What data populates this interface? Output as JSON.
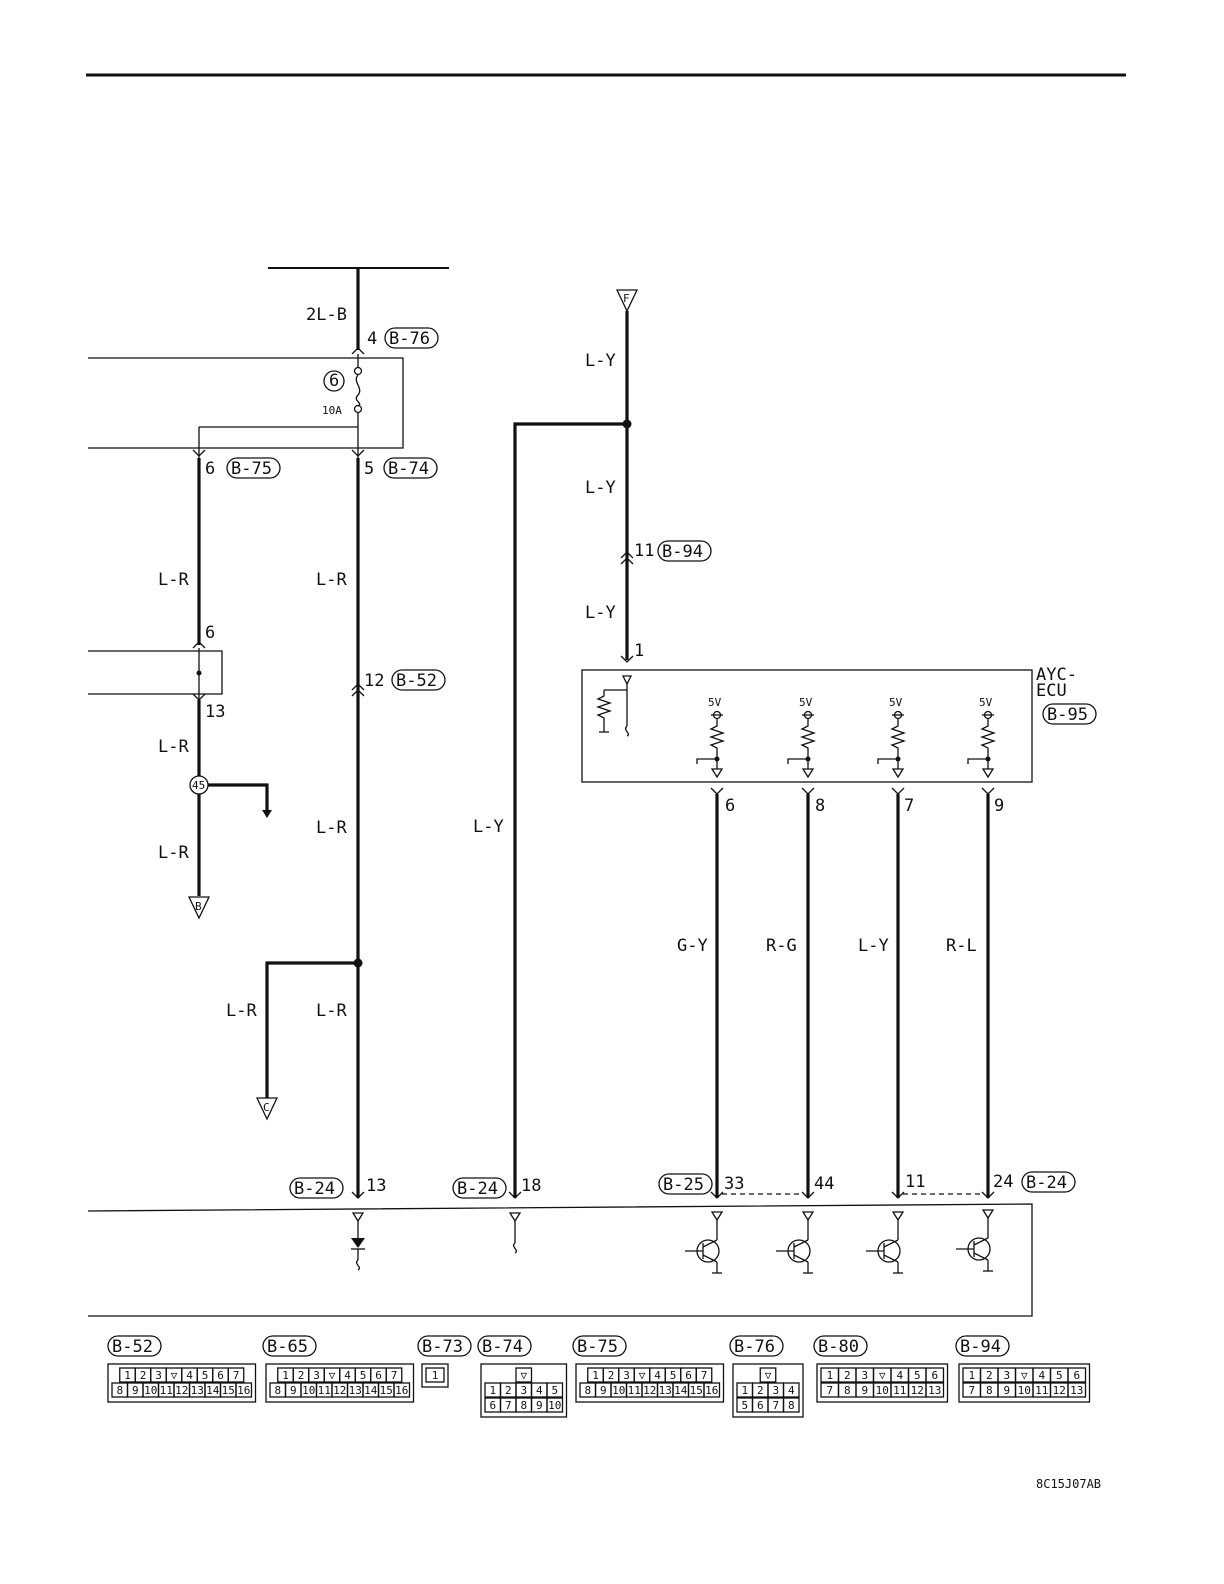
{
  "figure_code": "8C15J07AB",
  "wire_colors": {
    "w_2lb": "2L-B",
    "w_lr_left_1": "L-R",
    "w_lr_left_2": "L-R",
    "w_lr_left_3": "L-R",
    "w_lr_center_1": "L-R",
    "w_lr_center_2": "L-R",
    "w_lr_center_3": "L-R",
    "w_lr_branch": "L-R",
    "w_ly_top": "L-Y",
    "w_ly_mid": "L-Y",
    "w_ly_low": "L-Y",
    "w_ly_long": "L-Y",
    "w_gy": "G-Y",
    "w_rg": "R-G",
    "w_ly_ecu": "L-Y",
    "w_rl": "R-L"
  },
  "fuse": {
    "number": "6",
    "rating": "10A"
  },
  "splice": "45",
  "terminals": {
    "t_b": "B",
    "t_c": "C",
    "t_f": "F"
  },
  "ecu": {
    "name_line1": "AYC-",
    "name_line2": "ECU",
    "connector": "B-95",
    "vref": "5V"
  },
  "pins": {
    "p4": "4",
    "p6a": "6",
    "p5": "5",
    "p6b": "6",
    "p13a": "13",
    "p12": "12",
    "p11": "11",
    "p1": "1",
    "e6": "6",
    "e8": "8",
    "e7": "7",
    "e9": "9",
    "b13": "13",
    "b18": "18",
    "b33": "33",
    "b44": "44",
    "b11": "11",
    "b24": "24"
  },
  "connector_tags": {
    "c_b76": "B-76",
    "c_b75": "B-75",
    "c_b74": "B-74",
    "c_b52": "B-52",
    "c_b94": "B-94",
    "c_b24a": "B-24",
    "c_b24b": "B-24",
    "c_b25": "B-25",
    "c_b24c": "B-24"
  },
  "connector_diagrams": [
    {
      "id": "B-52",
      "row1": [
        "1",
        "2",
        "3",
        "▽",
        "4",
        "5",
        "6",
        "7"
      ],
      "row2": [
        "8",
        "9",
        "10",
        "11",
        "12",
        "13",
        "14",
        "15",
        "16"
      ]
    },
    {
      "id": "B-65",
      "row1": [
        "1",
        "2",
        "3",
        "▽",
        "4",
        "5",
        "6",
        "7"
      ],
      "row2": [
        "8",
        "9",
        "10",
        "11",
        "12",
        "13",
        "14",
        "15",
        "16"
      ]
    },
    {
      "id": "B-73",
      "row1": [
        "1"
      ],
      "row2": []
    },
    {
      "id": "B-74",
      "row1": [
        "▽"
      ],
      "row2": [
        "1",
        "2",
        "3",
        "4",
        "5"
      ],
      "row3": [
        "6",
        "7",
        "8",
        "9",
        "10"
      ]
    },
    {
      "id": "B-75",
      "row1": [
        "1",
        "2",
        "3",
        "▽",
        "4",
        "5",
        "6",
        "7"
      ],
      "row2": [
        "8",
        "9",
        "10",
        "11",
        "12",
        "13",
        "14",
        "15",
        "16"
      ]
    },
    {
      "id": "B-76",
      "row1": [
        "▽"
      ],
      "row2": [
        "1",
        "2",
        "3",
        "4"
      ],
      "row3": [
        "5",
        "6",
        "7",
        "8"
      ]
    },
    {
      "id": "B-80",
      "row1": [
        "1",
        "2",
        "3",
        "▽",
        "4",
        "5",
        "6"
      ],
      "row2": [
        "7",
        "8",
        "9",
        "10",
        "11",
        "12",
        "13"
      ]
    },
    {
      "id": "B-94",
      "row1": [
        "1",
        "2",
        "3",
        "▽",
        "4",
        "5",
        "6"
      ],
      "row2": [
        "7",
        "8",
        "9",
        "10",
        "11",
        "12",
        "13"
      ]
    }
  ]
}
